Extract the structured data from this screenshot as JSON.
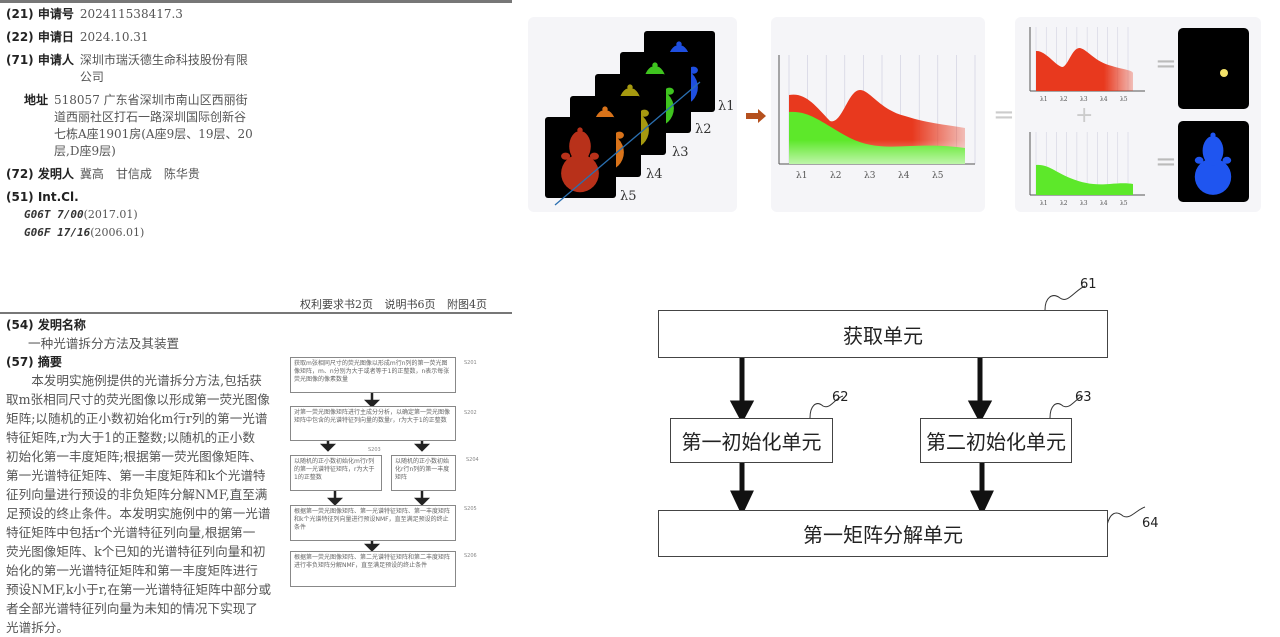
{
  "biblio": {
    "app_no": {
      "code": "(21) 申请号",
      "value": "202411538417.3"
    },
    "app_date": {
      "code": "(22) 申请日",
      "value": "2024.10.31"
    },
    "applicant": {
      "code": "(71) 申请人",
      "value": "深圳市瑞沃德生命科技股份有限公司"
    },
    "address": {
      "code": "地址",
      "value": "518057 广东省深圳市南山区西丽街道西丽社区打石一路深圳国际创新谷七栋A座1901房(A座9层、19层、20层,D座9层)"
    },
    "inventors": {
      "code": "(72) 发明人",
      "value": "冀高　甘信成　陈华贵"
    },
    "ipc": {
      "code": "(51) Int.Cl.",
      "items": [
        {
          "class": "G06T 7/00",
          "year": "(2017.01)"
        },
        {
          "class": "G06F 17/16",
          "year": "(2006.01)"
        }
      ]
    }
  },
  "page_counts": "权利要求书2页 说明书6页 附图4页",
  "title_section": {
    "code": "(54) 发明名称",
    "value": "一种光谱拆分方法及其装置"
  },
  "abstract": {
    "code": "(57) 摘要",
    "lines": [
      "　　本发明实施例提供的光谱拆分方法,包括获",
      "取m张相同尺寸的荧光图像以形成第一荧光图像",
      "矩阵;以随机的正小数初始化m行r列的第一光谱",
      "特征矩阵,r为大于1的正整数;以随机的正小数",
      "初始化第一丰度矩阵;根据第一荧光图像矩阵、",
      "第一光谱特征矩阵、第一丰度矩阵和k个光谱特",
      "征列向量进行预设的非负矩阵分解NMF,直至满",
      "足预设的终止条件。本发明实施例中的第一光谱",
      "特征矩阵中包括r个光谱特征列向量,根据第一",
      "荧光图像矩阵、k个已知的光谱特征列向量和初",
      "始化的第一光谱特征矩阵和第一丰度矩阵进行",
      "预设NMF,k小于r,在第一光谱特征矩阵中部分或",
      "者全部光谱特征列向量为未知的情况下实现了",
      "光谱拆分。"
    ]
  },
  "flowchart": {
    "steps": [
      {
        "id": "S201",
        "text": "获取m张相同尺寸的荧光图像以形成m行n列的第一荧光图像矩阵，m、n分别为大于或者等于1的正整数，n表示每张荧光图像的像素数量"
      },
      {
        "id": "S202",
        "text": "对第一荧光图像矩阵进行主成分分析，以确定第一荧光图像矩阵中包含的光谱特征列向量的数量r，r为大于1的正整数"
      },
      {
        "id": "S203",
        "text": "以随机的正小数初始化m行r列的第一光谱特征矩阵，r为大于1的正整数"
      },
      {
        "id": "S204",
        "text": "以随机的正小数初始化r行n列的第一丰度矩阵"
      },
      {
        "id": "S205",
        "text": "根据第一荧光图像矩阵、第一光谱特征矩阵、第一丰度矩阵和k个光谱特征列向量进行预设NMF，直至满足预设的终止条件"
      },
      {
        "id": "S206",
        "text": "根据第一荧光图像矩阵、第二光谱特征矩阵和第二丰度矩阵进行非负矩阵分解NMF，直至满足预设的终止条件"
      }
    ]
  },
  "spectral_figure": {
    "wavelengths": [
      "λ1",
      "λ2",
      "λ3",
      "λ4",
      "λ5"
    ],
    "frame_colors": [
      "#1f4fe0",
      "#3fc41f",
      "#a69a10",
      "#d9731a",
      "#b8311a"
    ],
    "series_colors": {
      "red": "#e8391e",
      "green": "#5de82a"
    },
    "equals": "=",
    "plus": "+"
  },
  "units_diagram": {
    "units": [
      {
        "id": "61",
        "label": "获取单元"
      },
      {
        "id": "62",
        "label": "第一初始化单元"
      },
      {
        "id": "63",
        "label": "第二初始化单元"
      },
      {
        "id": "64",
        "label": "第一矩阵分解单元"
      }
    ]
  }
}
